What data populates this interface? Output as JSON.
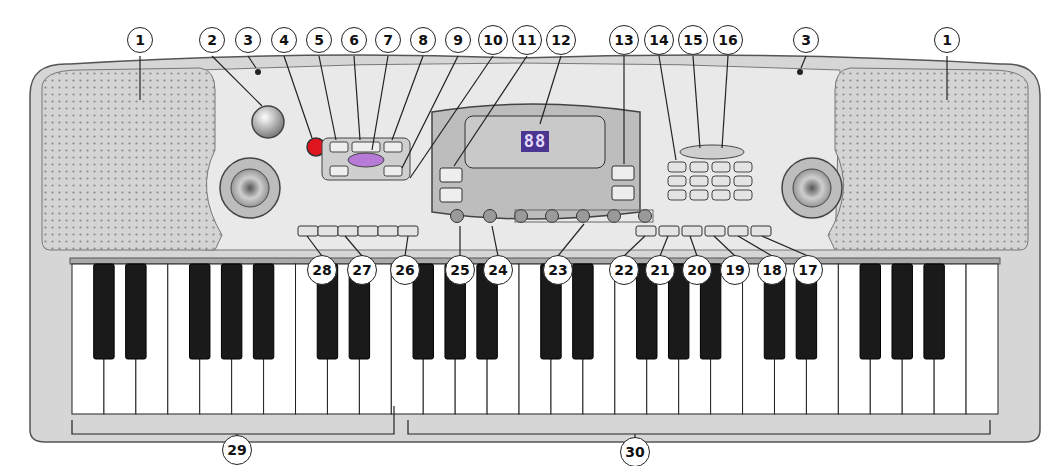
{
  "diagram": {
    "labels": [
      "1",
      "2",
      "3",
      "4",
      "5",
      "6",
      "7",
      "8",
      "9",
      "10",
      "11",
      "12",
      "13",
      "14",
      "15",
      "16",
      "3",
      "1",
      "88",
      "28",
      "27",
      "26",
      "25",
      "24",
      "23",
      "22",
      "21",
      "20",
      "19",
      "18",
      "17",
      "29",
      "30"
    ]
  }
}
